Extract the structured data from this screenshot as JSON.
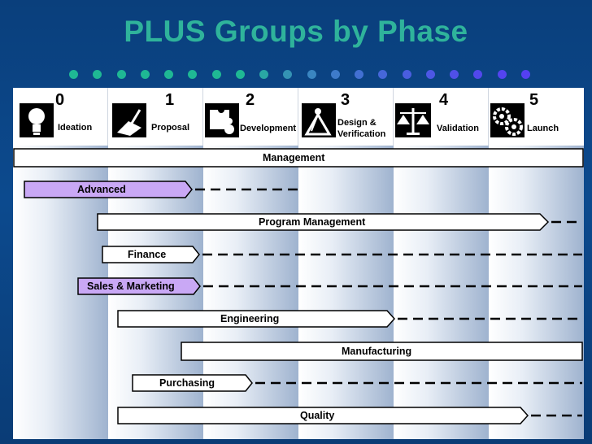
{
  "title": "PLUS Groups by Phase",
  "dots": {
    "count": 20,
    "colors": [
      "#1fb894",
      "#1fb894",
      "#1fb894",
      "#1fb894",
      "#1fb894",
      "#1fb894",
      "#1fb894",
      "#1fb894",
      "#2aa7a4",
      "#3493b4",
      "#3a86c1",
      "#3e7bca",
      "#4270d2",
      "#4667d9",
      "#4a5edf",
      "#4d57e4",
      "#5050e8",
      "#5248ec",
      "#5444ef",
      "#5540f2"
    ]
  },
  "phases": [
    {
      "number": "0",
      "name": "Ideation",
      "icon": "lightbulb-icon"
    },
    {
      "number": "1",
      "name": "Proposal",
      "icon": "pen-paper-icon"
    },
    {
      "number": "2",
      "name": "Development",
      "icon": "puzzle-pieces-icon"
    },
    {
      "number": "3",
      "name": "Design &\nVerification",
      "icon": "drafting-compass-icon"
    },
    {
      "number": "4",
      "name": "Validation",
      "icon": "balance-scale-icon"
    },
    {
      "number": "5",
      "name": "Launch",
      "icon": "gears-icon"
    }
  ],
  "groups": [
    {
      "label": "Management",
      "fill": "#ffffff"
    },
    {
      "label": "Advanced",
      "fill": "#c9a8f5"
    },
    {
      "label": "Program Management",
      "fill": "#ffffff"
    },
    {
      "label": "Finance",
      "fill": "#ffffff"
    },
    {
      "label": "Sales & Marketing",
      "fill": "#c9a8f5"
    },
    {
      "label": "Engineering",
      "fill": "#ffffff"
    },
    {
      "label": "Manufacturing",
      "fill": "#ffffff"
    },
    {
      "label": "Purchasing",
      "fill": "#ffffff"
    },
    {
      "label": "Quality",
      "fill": "#ffffff"
    }
  ]
}
